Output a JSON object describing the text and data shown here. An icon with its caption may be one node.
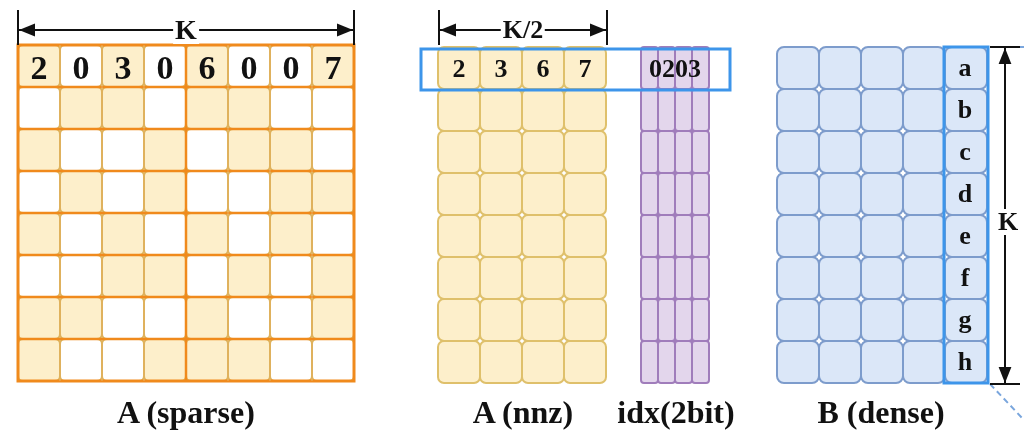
{
  "diagram": {
    "labels": [
      "K",
      "K/2",
      "2",
      "0",
      "3",
      "0",
      "6",
      "0",
      "0",
      "7",
      "2",
      "3",
      "6",
      "7",
      "0203",
      "a",
      "b",
      "c",
      "d",
      "e",
      "f",
      "g",
      "h",
      "K",
      "A (sparse)",
      "A (nnz)",
      "idx(2bit)",
      "B (dense)"
    ]
  }
}
